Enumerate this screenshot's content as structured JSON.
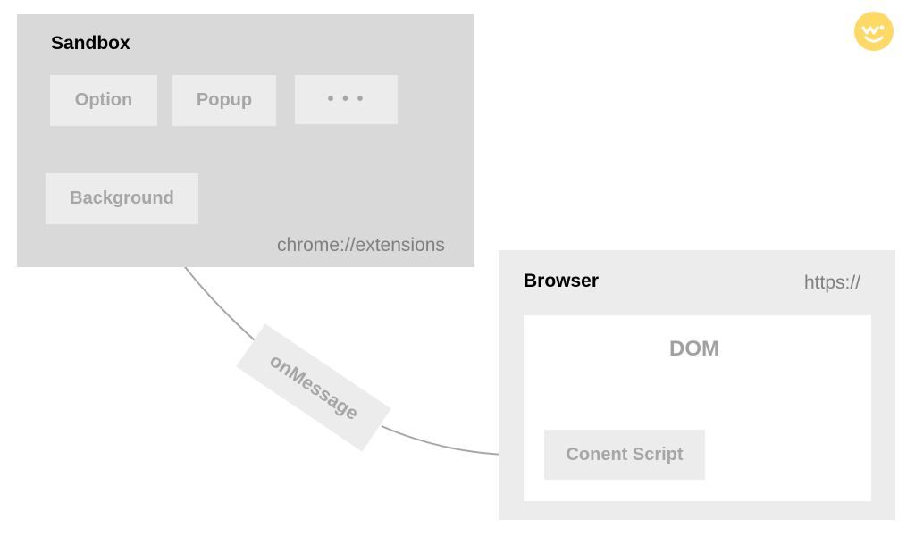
{
  "sandbox": {
    "title": "Sandbox",
    "url": "chrome://extensions",
    "pages": [
      "Option",
      "Popup",
      "• • •"
    ],
    "background": "Background"
  },
  "browser": {
    "title": "Browser",
    "url": "https://",
    "dom": {
      "title": "DOM",
      "content_script": "Conent Script"
    }
  },
  "edge": {
    "label": "onMessage"
  },
  "colors": {
    "sandbox_bg": "#d9d9d9",
    "browser_bg": "#ececec",
    "box_text": "#a6a6a6",
    "arrow": "#a6a6a6",
    "logo": "#ffd966"
  },
  "icons": {
    "logo": "smiley-logo-icon"
  }
}
